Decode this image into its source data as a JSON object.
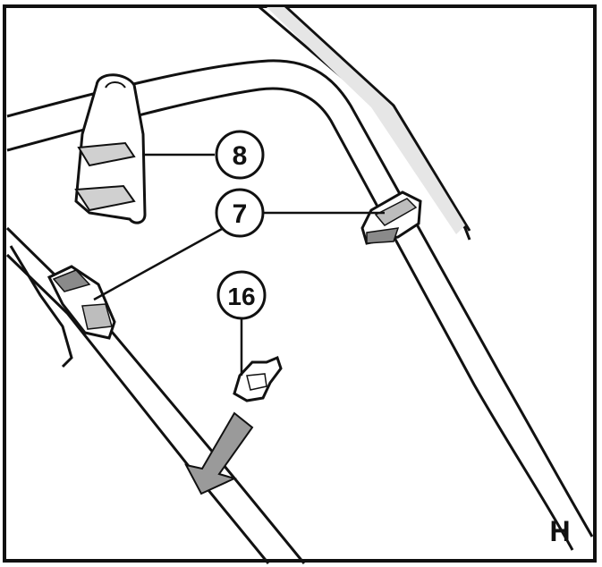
{
  "figure": {
    "panel_letter": "H",
    "callouts": [
      {
        "id": "clip-8",
        "label": "8"
      },
      {
        "id": "clip-7",
        "label": "7"
      },
      {
        "id": "clip-16",
        "label": "16"
      }
    ],
    "colors": {
      "ink": "#111111",
      "arrow_fill": "#9a9a9a",
      "part_gray": "#bdbdbd",
      "background": "#ffffff"
    }
  }
}
